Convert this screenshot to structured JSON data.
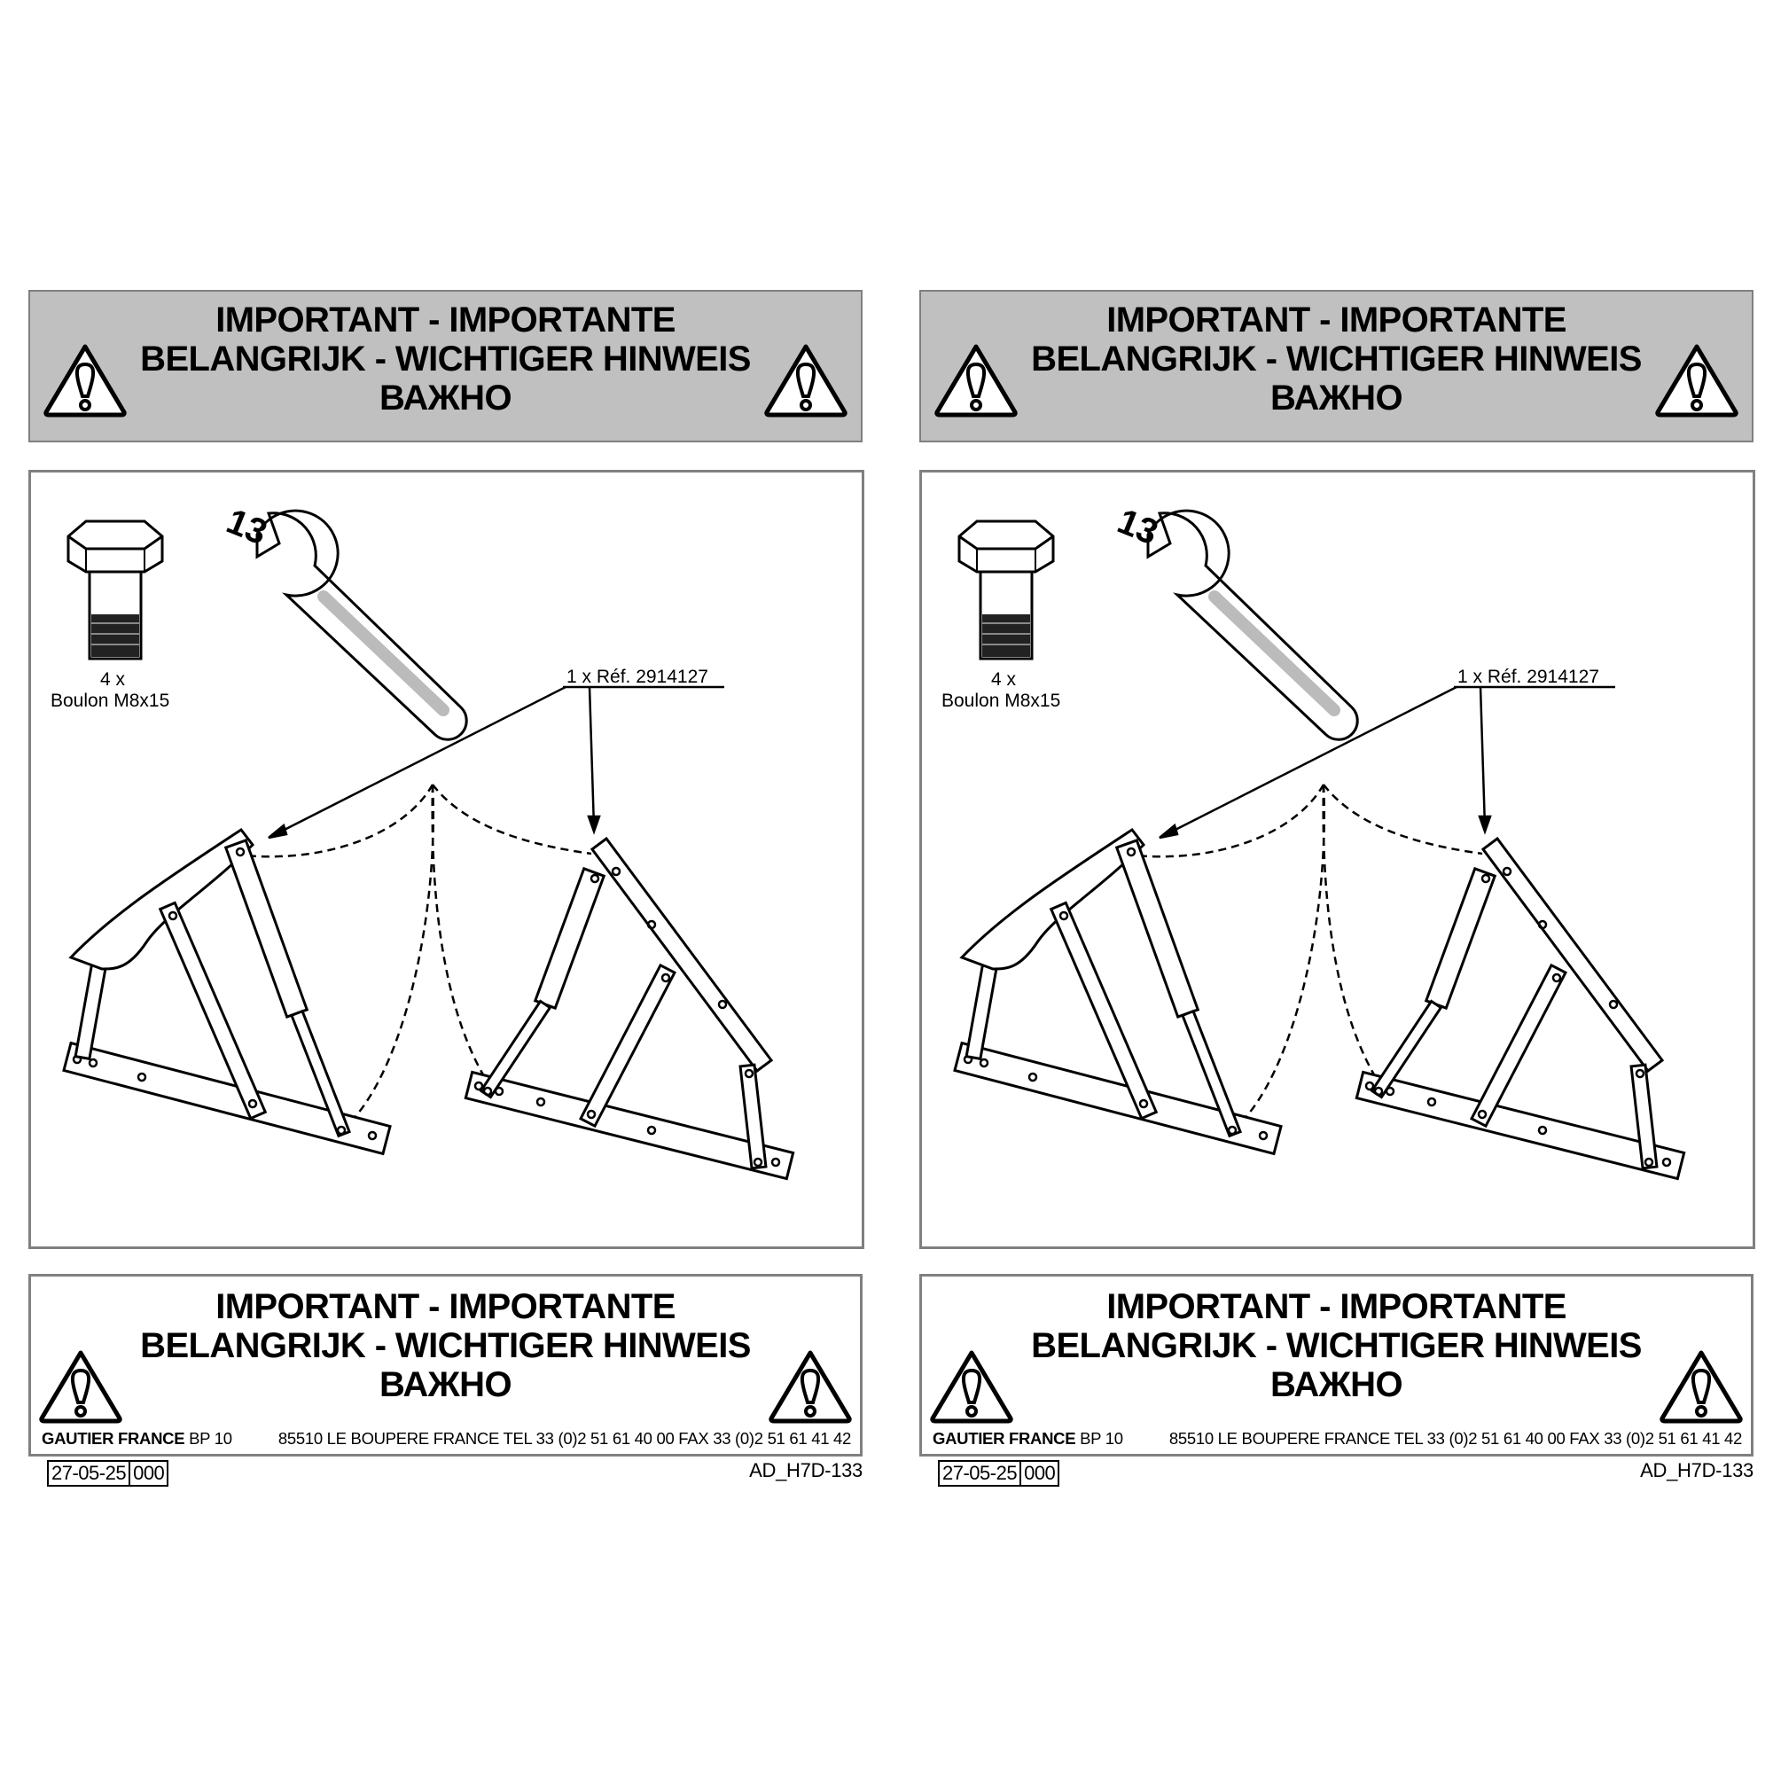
{
  "panels": [
    {
      "header": {
        "line1": "IMPORTANT - IMPORTANTE",
        "line2": "BELANGRIJK - WICHTIGER HINWEIS",
        "line3": "ВАЖНО"
      },
      "diagram": {
        "bolt_qty": "4 x",
        "bolt_name": "Boulon M8x15",
        "wrench_size": "13",
        "part_ref": "1 x Réf. 2914127"
      },
      "footer": {
        "line1": "IMPORTANT - IMPORTANTE",
        "line2": "BELANGRIJK - WICHTIGER HINWEIS",
        "line3": "ВАЖНО",
        "company": "GAUTIER FRANCE",
        "bp": "BP 10",
        "address": "85510 LE BOUPERE FRANCE TEL 33 (0)2 51 61 40 00 FAX 33 (0)2 51 61 41 42"
      },
      "date": "27-05-25",
      "revision": "000",
      "doc_ref": "AD_H7D-133"
    },
    {
      "header": {
        "line1": "IMPORTANT - IMPORTANTE",
        "line2": "BELANGRIJK - WICHTIGER HINWEIS",
        "line3": "ВАЖНО"
      },
      "diagram": {
        "bolt_qty": "4 x",
        "bolt_name": "Boulon M8x15",
        "wrench_size": "13",
        "part_ref": "1 x Réf. 2914127"
      },
      "footer": {
        "line1": "IMPORTANT - IMPORTANTE",
        "line2": "BELANGRIJK - WICHTIGER HINWEIS",
        "line3": "ВАЖНО",
        "company": "GAUTIER FRANCE",
        "bp": "BP 10",
        "address": "85510 LE BOUPERE FRANCE TEL 33 (0)2 51 61 40 00 FAX 33 (0)2 51 61 41 42"
      },
      "date": "27-05-25",
      "revision": "000",
      "doc_ref": "AD_H7D-133"
    }
  ],
  "colors": {
    "banner_gray": "#c0c0c0",
    "border_gray": "#808080"
  }
}
